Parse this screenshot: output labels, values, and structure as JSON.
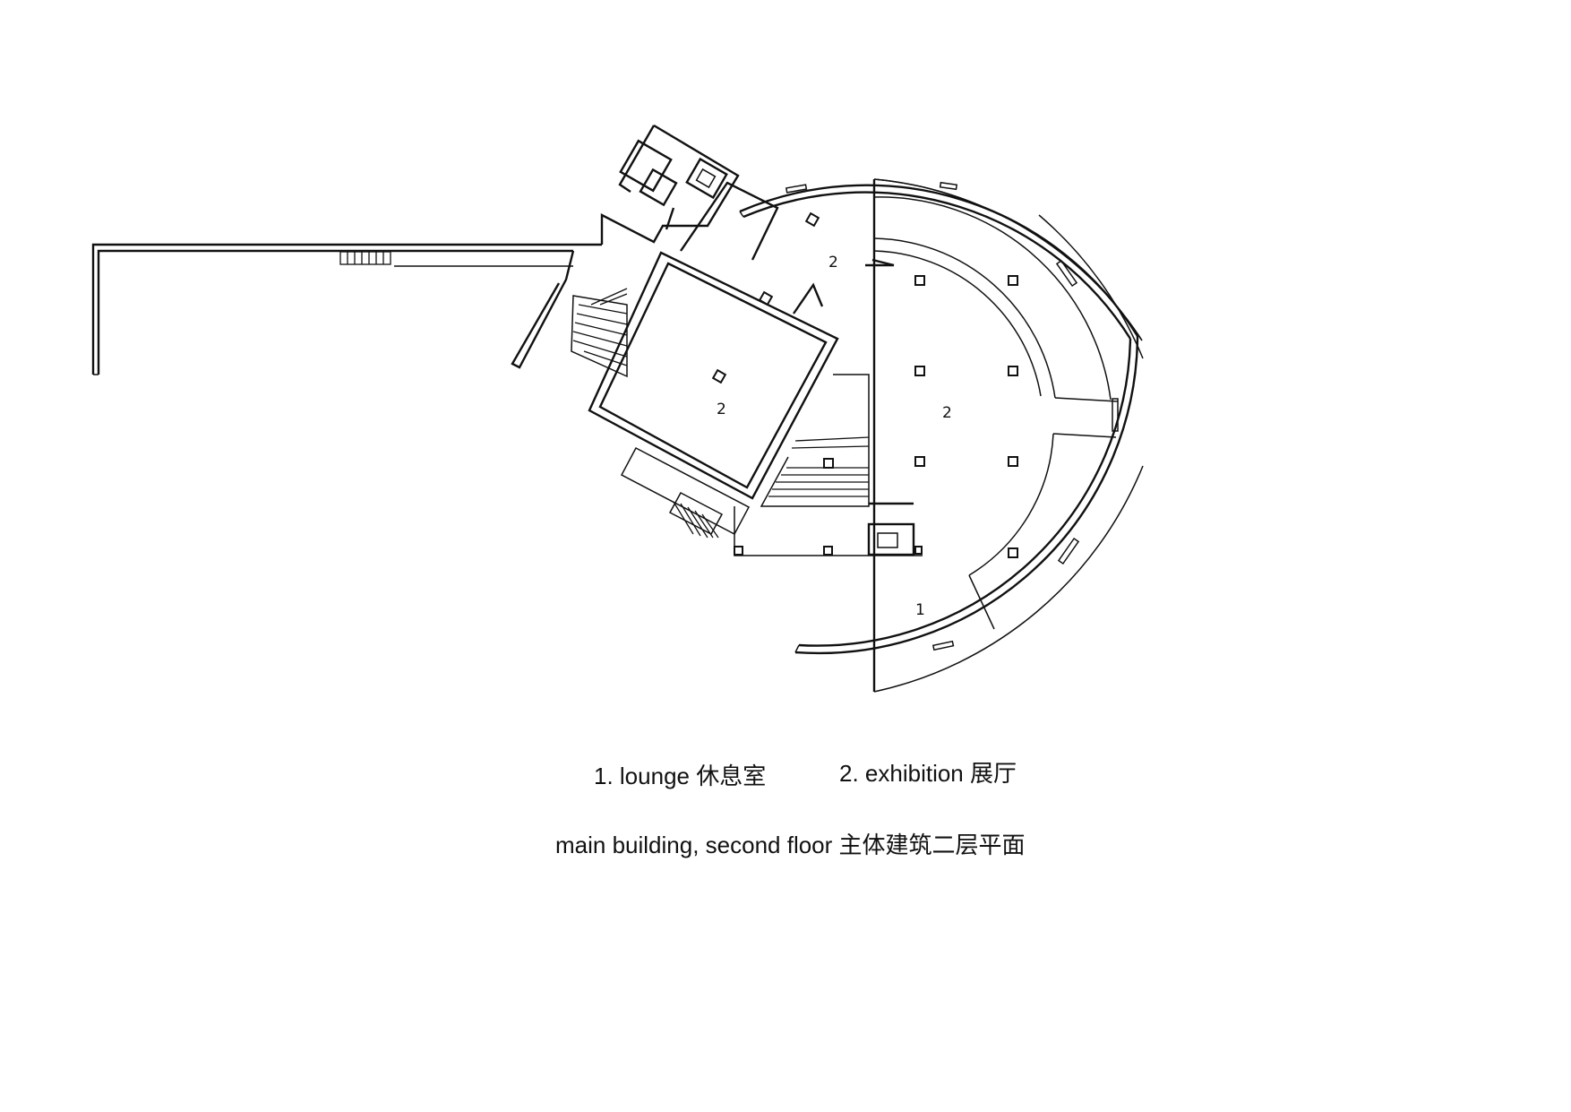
{
  "legend": {
    "item_1": "1. lounge 休息室",
    "item_2": "2. exhibition 展厅"
  },
  "caption": "main building, second floor 主体建筑二层平面",
  "rooms": {
    "lounge_label": "1",
    "exhibition_label_a": "2",
    "exhibition_label_b": "2",
    "exhibition_label_c": "2"
  },
  "colors": {
    "ink": "#111111",
    "paper": "#ffffff"
  }
}
